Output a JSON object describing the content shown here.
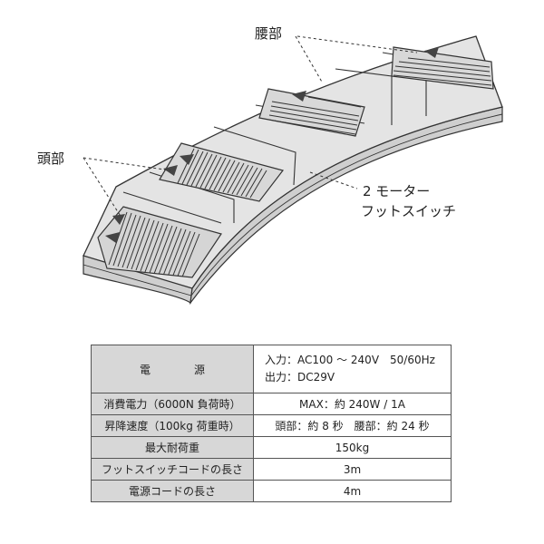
{
  "callouts": {
    "waist": "腰部",
    "head": "頭部",
    "switch_line1": "2 モーター",
    "switch_line2": "フットスイッチ"
  },
  "spec_table": {
    "power_label": "電　源",
    "power_input": "入力：AC100 ～ 240V　50/60Hz",
    "power_output": "出力：DC29V",
    "rows": [
      {
        "key": "消費電力（6000N 負荷時）",
        "value": "MAX：約 240W / 1A"
      },
      {
        "key": "昇降速度（100kg 荷重時）",
        "value": "頭部：約 8 秒　腰部：約 24 秒"
      },
      {
        "key": "最大耐荷重",
        "value": "150kg"
      },
      {
        "key": "フットスイッチコードの長さ",
        "value": "3m"
      },
      {
        "key": "電源コードの長さ",
        "value": "4m"
      }
    ]
  }
}
